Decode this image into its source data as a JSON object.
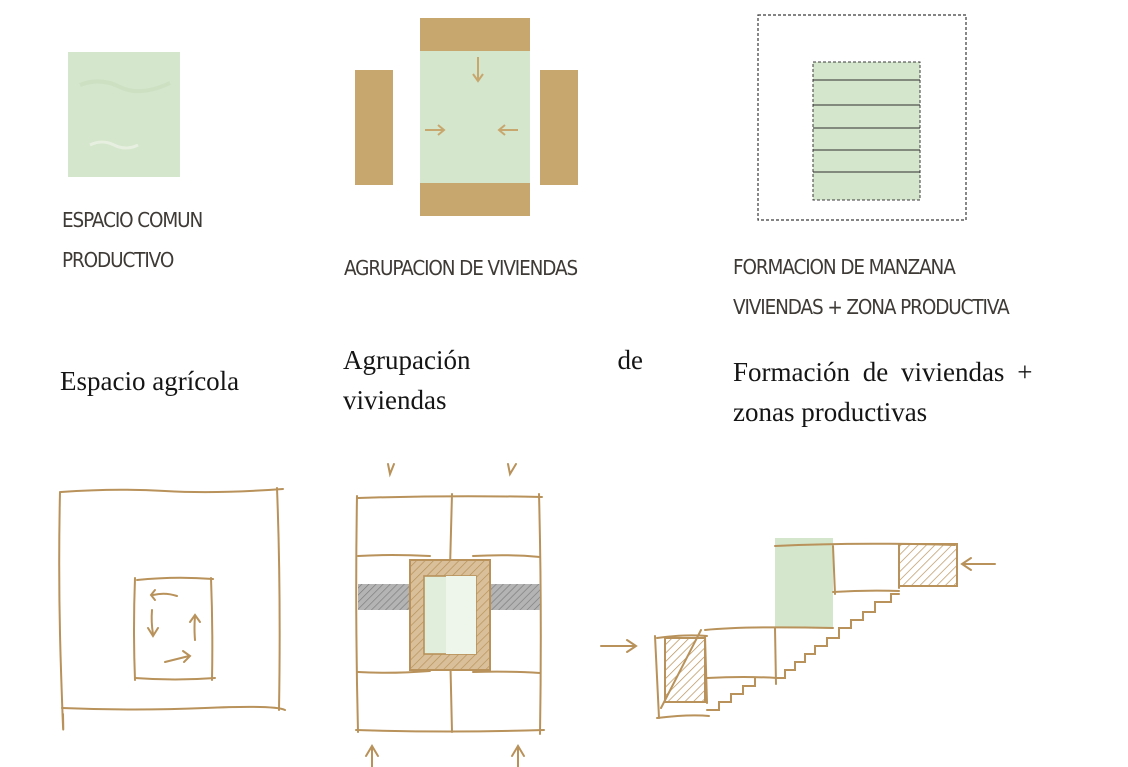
{
  "colors": {
    "green_fill": "#d4e6cb",
    "tan": "#c8a76e",
    "sketch_stroke": "#b8925a",
    "gray": "#8a8a8a",
    "dark_line": "#2e2e2e"
  },
  "icons": {
    "espacio_comun": "green-square",
    "agrupacion": "housing-cluster",
    "formacion": "block-formation"
  },
  "diagram_labels": {
    "espacio_comun": [
      "ESPACIO COMUN",
      "PRODUCTIVO"
    ],
    "agrupacion": [
      "AGRUPACION DE VIVIENDAS"
    ],
    "formacion": [
      "FORMACION DE MANZANA",
      "VIVIENDAS + ZONA PRODUCTIVA"
    ]
  },
  "captions": {
    "espacio": "Espacio agrícola",
    "agrupacion": {
      "line1_left": "Agrupación",
      "line1_right": "de",
      "line2": "viviendas"
    },
    "formacion": {
      "line1": "Formación de viviendas +",
      "line2": "zonas productivas"
    }
  },
  "sketches": {
    "sketch_1": "square-circulation",
    "sketch_2": "courtyard-plan",
    "sketch_3": "terraced-section"
  }
}
